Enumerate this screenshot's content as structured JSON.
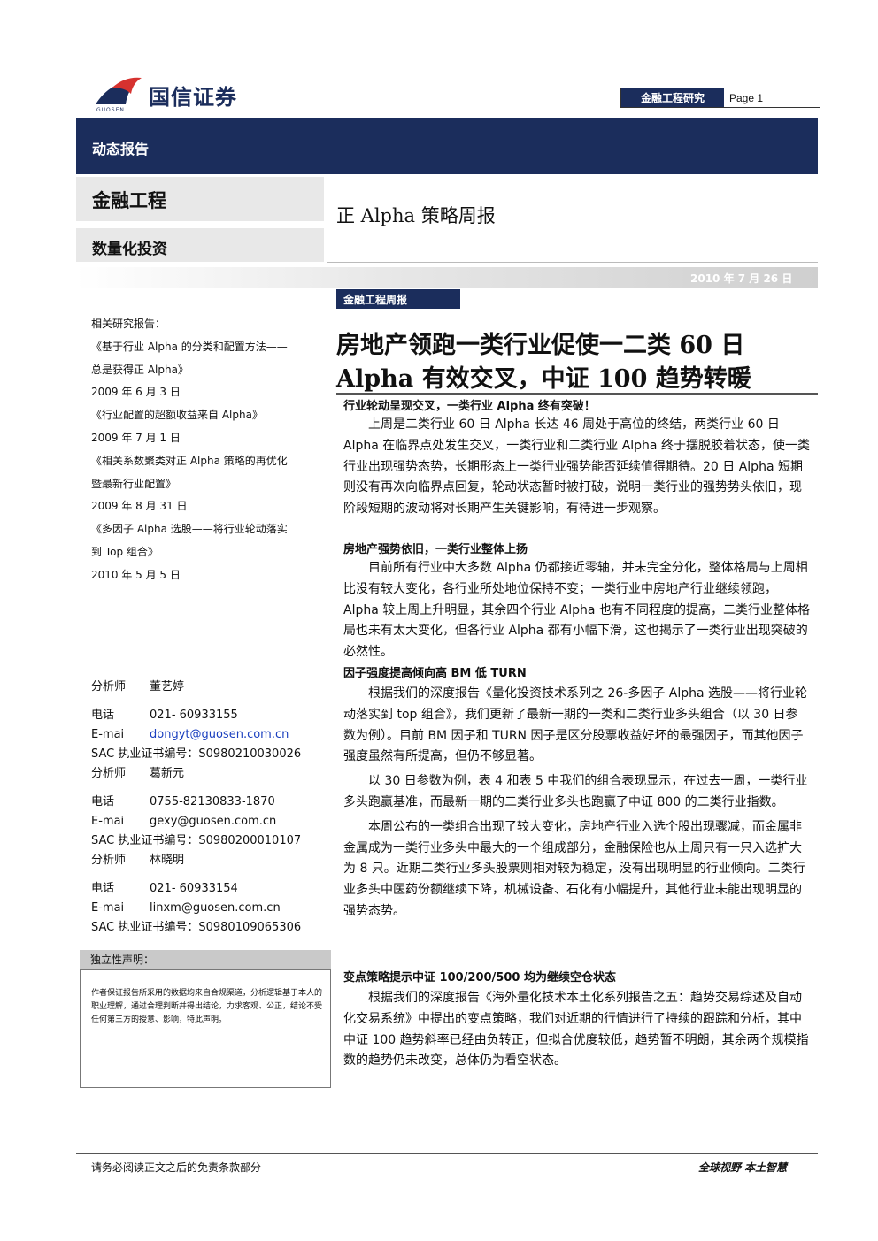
{
  "header": {
    "logo_text": "国信证券",
    "logo_sub": "GUOSEN",
    "dept": "金融工程研究",
    "page": "Page 1"
  },
  "banner": {
    "type": "动态报告"
  },
  "section": {
    "title": "金融工程",
    "subtitle": "数量化投资"
  },
  "report_title": "正 Alpha 策略周报",
  "date": "2010 年 7 月 26 日",
  "weekly_label": "金融工程周报",
  "related": {
    "heading": "相关研究报告：",
    "items": [
      "《基于行业 Alpha 的分类和配置方法——",
      "总是获得正 Alpha》",
      "2009 年 6 月 3 日",
      "《行业配置的超额收益来自 Alpha》",
      "2009 年 7 月 1 日",
      "《相关系数聚类对正 Alpha 策略的再优化",
      "暨最新行业配置》",
      "2009 年 8 月 31 日",
      "《多因子 Alpha 选股——将行业轮动落实",
      "到 Top 组合》",
      "2010 年 5 月 5 日"
    ]
  },
  "analysts": [
    {
      "role": "分析师",
      "name": "董艺婷",
      "phone_label": "电话",
      "phone": "021- 60933155",
      "email_label": "E-mai",
      "email": "dongyt@guosen.com.cn",
      "sac": "SAC 执业证书编号：S0980210030026"
    },
    {
      "role": "分析师",
      "name": "葛新元",
      "phone_label": "电话",
      "phone": "0755-82130833-1870",
      "email_label": "E-mai",
      "email": "gexy@guosen.com.cn",
      "sac": "SAC 执业证书编号：S0980200010107"
    },
    {
      "role": "分析师",
      "name": "林晓明",
      "phone_label": "电话",
      "phone": "021- 60933154",
      "email_label": "E-mai",
      "email": "linxm@guosen.com.cn",
      "sac": "SAC 执业证书编号：S0980109065306"
    }
  ],
  "independence": {
    "heading": "独立性声明：",
    "text": "作者保证报告所采用的数据均来自合规渠道，分析逻辑基于本人的职业理解，通过合理判断并得出结论，力求客观、公正，结论不受任何第三方的授意、影响，特此声明。"
  },
  "main": {
    "title_line1": "房地产领跑一类行业促使一二类 60 日",
    "title_line2": "Alpha 有效交叉，中证 100 趋势转暖",
    "sections": [
      {
        "heading": "行业轮动呈现交叉，一类行业 Alpha 终有突破！",
        "paras": [
          "上周是二类行业 60 日 Alpha 长达 46 周处于高位的终结，两类行业 60 日 Alpha 在临界点处发生交叉，一类行业和二类行业 Alpha 终于摆脱胶着状态，使一类行业出现强势态势，长期形态上一类行业强势能否延续值得期待。20 日 Alpha 短期则没有再次向临界点回复，轮动状态暂时被打破，说明一类行业的强势势头依旧，现阶段短期的波动将对长期产生关键影响，有待进一步观察。"
        ]
      },
      {
        "heading": "房地产强势依旧，一类行业整体上扬",
        "paras": [
          "目前所有行业中大多数 Alpha 仍都接近零轴，并未完全分化，整体格局与上周相比没有较大变化，各行业所处地位保持不变；一类行业中房地产行业继续领跑，Alpha 较上周上升明显，其余四个行业 Alpha 也有不同程度的提高，二类行业整体格局也未有太大变化，但各行业 Alpha 都有小幅下滑，这也揭示了一类行业出现突破的必然性。"
        ]
      },
      {
        "heading": "因子强度提高倾向高 BM 低 TURN",
        "paras": [
          "根据我们的深度报告《量化投资技术系列之 26-多因子 Alpha 选股——将行业轮动落实到 top 组合》，我们更新了最新一期的一类和二类行业多头组合（以 30 日参数为例）。目前 BM 因子和 TURN 因子是区分股票收益好坏的最强因子，而其他因子强度虽然有所提高，但仍不够显著。",
          "以 30 日参数为例，表 4 和表 5 中我们的组合表现显示，在过去一周，一类行业多头跑赢基准，而最新一期的二类行业多头也跑赢了中证 800 的二类行业指数。",
          "本周公布的一类组合出现了较大变化，房地产行业入选个股出现骤减，而金属非金属成为一类行业多头中最大的一个组成部分，金融保险也从上周只有一只入选扩大为 8 只。近期二类行业多头股票则相对较为稳定，没有出现明显的行业倾向。二类行业多头中医药份额继续下降，机械设备、石化有小幅提升，其他行业未能出现明显的强势态势。"
        ]
      },
      {
        "heading": "变点策略提示中证 100/200/500 均为继续空仓状态",
        "paras": [
          "根据我们的深度报告《海外量化技术本土化系列报告之五：趋势交易综述及自动化交易系统》中提出的变点策略，我们对近期的行情进行了持续的跟踪和分析，其中中证 100 趋势斜率已经由负转正，但拟合优度较低，趋势暂不明朗，其余两个规模指数的趋势仍未改变，总体仍为看空状态。"
        ]
      }
    ]
  },
  "footer": {
    "left": "请务必阅读正文之后的免责条款部分",
    "right": "全球视野  本土智慧"
  },
  "colors": {
    "navy": "#1b2d5c",
    "logo_red": "#d6322f",
    "link": "#1a3fbf"
  }
}
